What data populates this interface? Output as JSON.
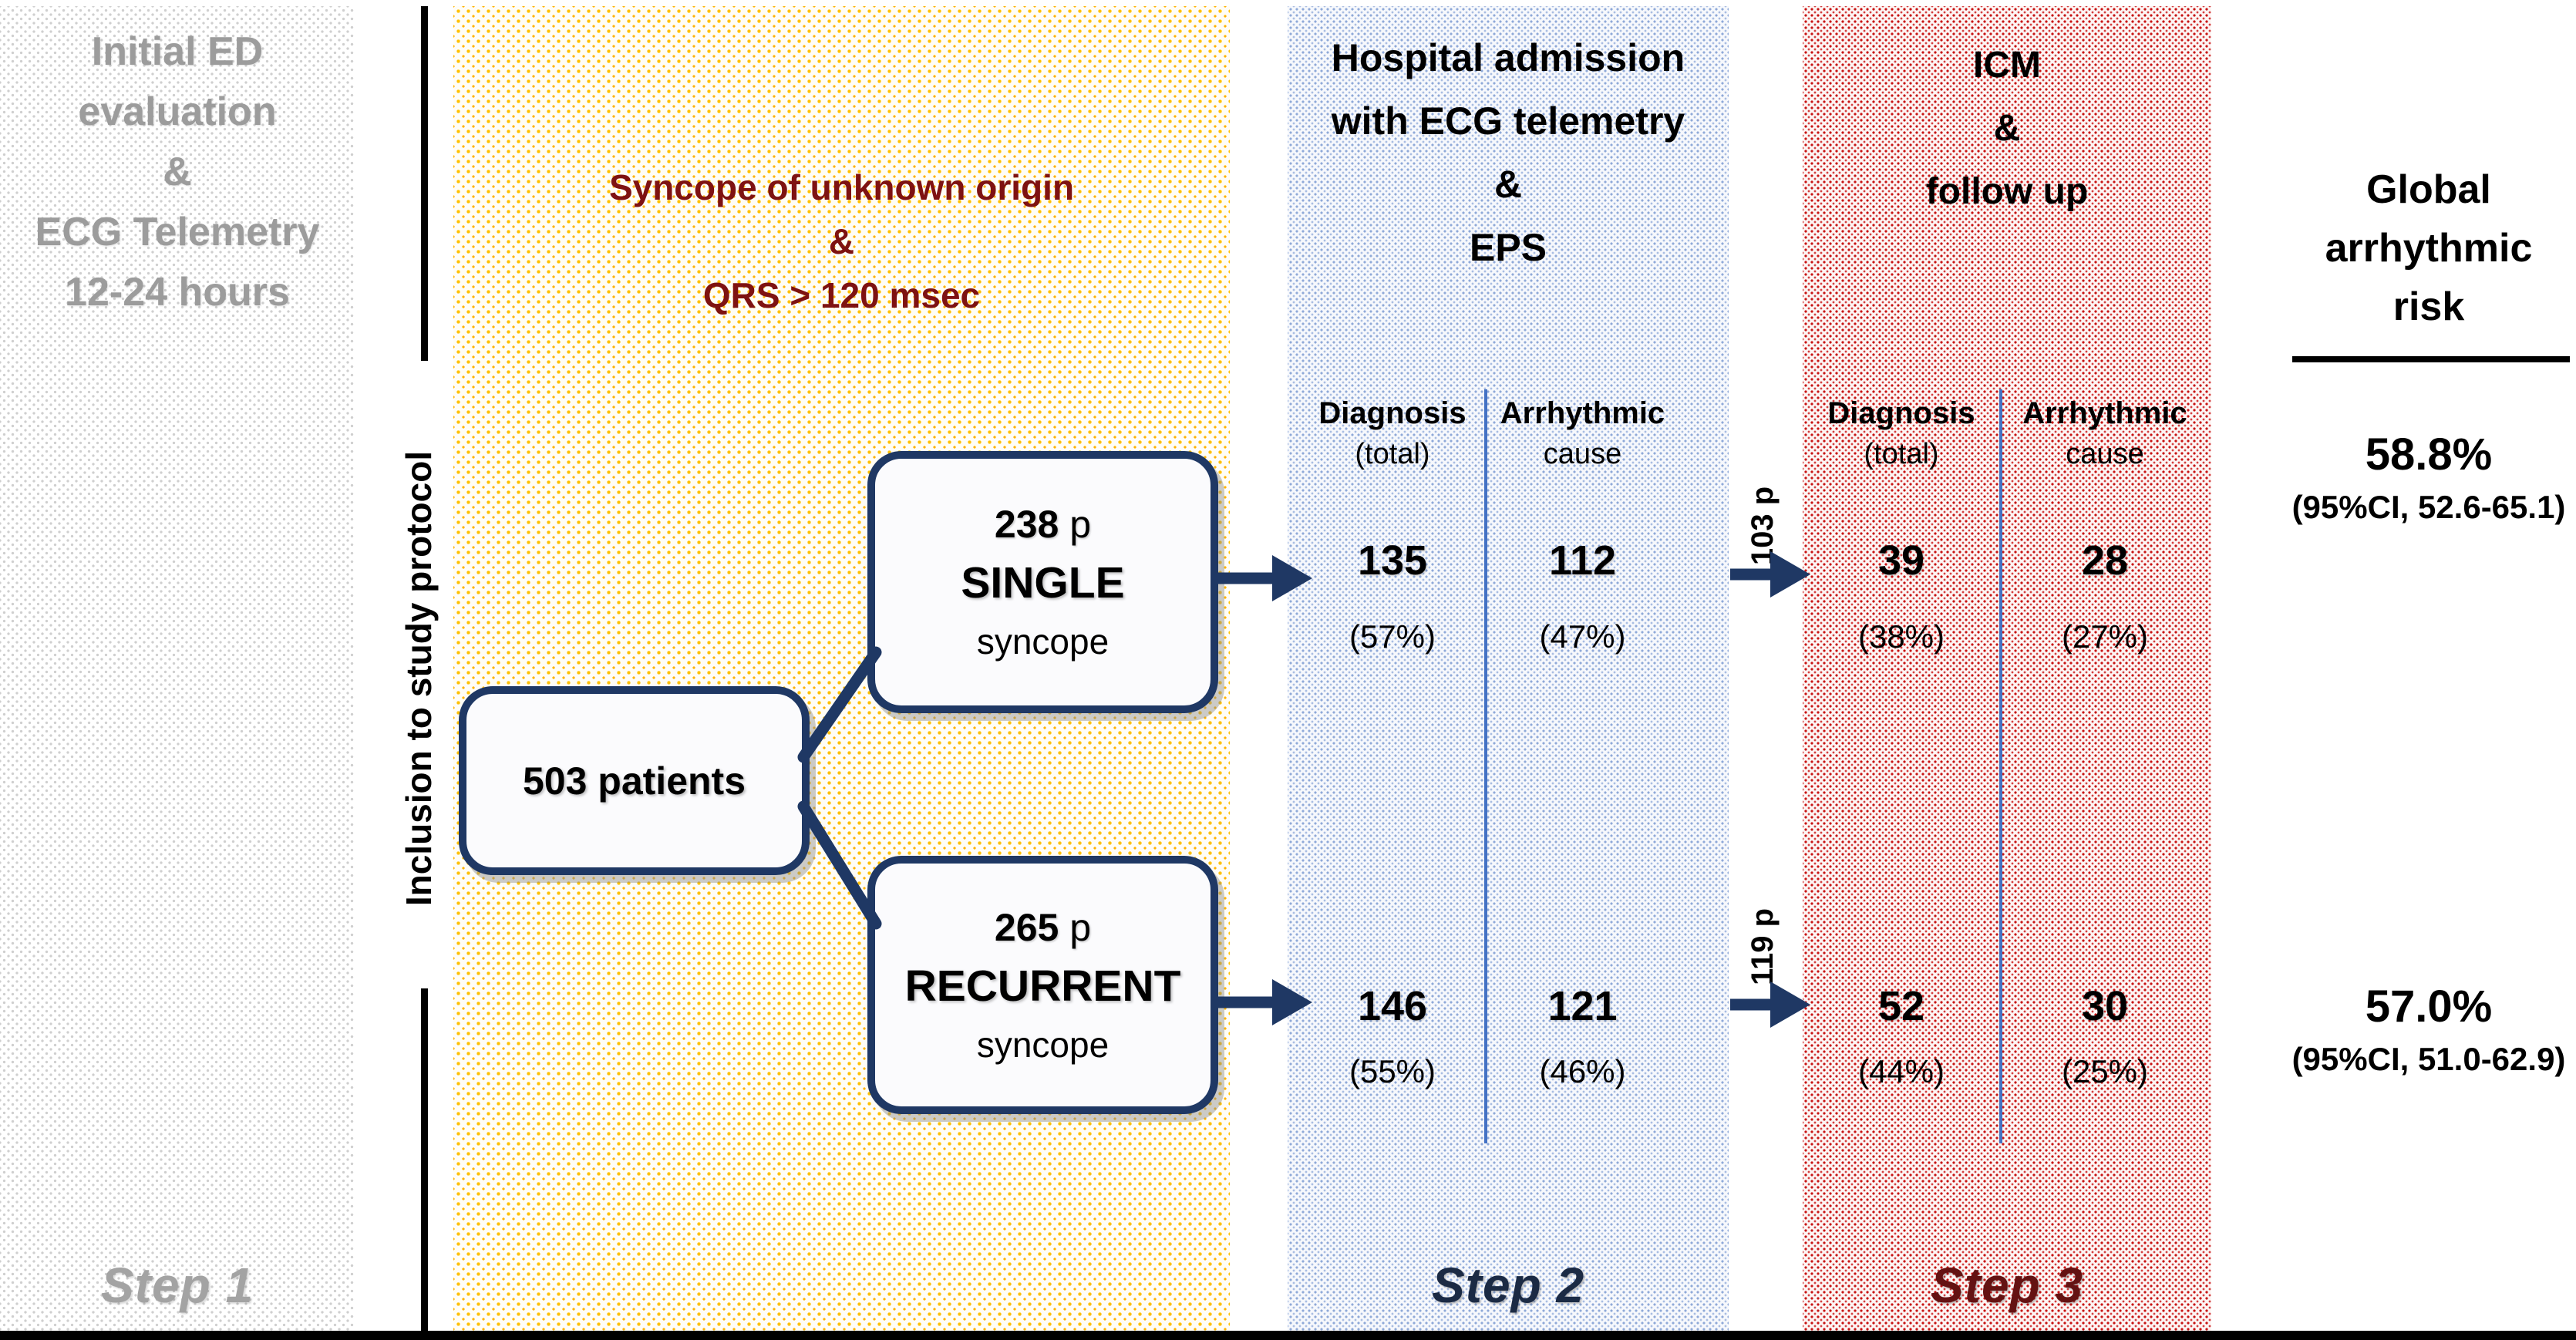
{
  "colors": {
    "navy": "#1f3864",
    "dark_red_text": "#7e1212",
    "step2_navy": "#1b2a44",
    "step3_maroon": "#641212",
    "gray_text": "#9c9c9c",
    "yellow_dot": "#ffc000",
    "blue_dot": "#8fa9d8",
    "red_dot": "#c81414",
    "divider_blue": "#4472c4"
  },
  "step1": {
    "title_lines": [
      "Initial ED",
      "evaluation",
      "&",
      "ECG Telemetry",
      "12-24 hours"
    ],
    "label": "Step 1"
  },
  "inclusion_label": "Inclusion to study protocol",
  "criteria": {
    "lines": [
      "Syncope of unknown origin",
      "&",
      "QRS > 120 msec"
    ]
  },
  "patients_box": {
    "label": "503 patients"
  },
  "single_box": {
    "count": "238",
    "suffix": " p",
    "type": "SINGLE",
    "sub": "syncope"
  },
  "recurrent_box": {
    "count": "265",
    "suffix": " p",
    "type": "RECURRENT",
    "sub": "syncope"
  },
  "step2": {
    "title_lines": [
      "Hospital admission",
      "with ECG telemetry",
      "&",
      "EPS"
    ],
    "label": "Step 2",
    "columns": {
      "diagnosis": "Diagnosis",
      "diagnosis_sub": "(total)",
      "arrhythmic": "Arrhythmic",
      "arrhythmic_sub": "cause"
    },
    "rows": [
      {
        "diagnosis": "135",
        "diagnosis_pct": "(57%)",
        "arrhythmic": "112",
        "arrhythmic_pct": "(47%)"
      },
      {
        "diagnosis": "146",
        "diagnosis_pct": "(55%)",
        "arrhythmic": "121",
        "arrhythmic_pct": "(46%)"
      }
    ]
  },
  "step3": {
    "title_lines": [
      "ICM",
      "&",
      "follow up"
    ],
    "label": "Step 3",
    "columns": {
      "diagnosis": "Diagnosis",
      "diagnosis_sub": "(total)",
      "arrhythmic": "Arrhythmic",
      "arrhythmic_sub": "cause"
    },
    "rows": [
      {
        "diagnosis": "39",
        "diagnosis_pct": "(38%)",
        "arrhythmic": "28",
        "arrhythmic_pct": "(27%)"
      },
      {
        "diagnosis": "52",
        "diagnosis_pct": "(44%)",
        "arrhythmic": "30",
        "arrhythmic_pct": "(25%)"
      }
    ]
  },
  "transfer_arrows": {
    "top": "103 p",
    "bottom": "119 p"
  },
  "global_risk": {
    "title_lines": [
      "Global",
      "arrhythmic",
      "risk"
    ],
    "rows": [
      {
        "value": "58.8%",
        "ci": "(95%CI,  52.6-65.1)"
      },
      {
        "value": "57.0%",
        "ci": "(95%CI,  51.0-62.9)"
      }
    ]
  }
}
